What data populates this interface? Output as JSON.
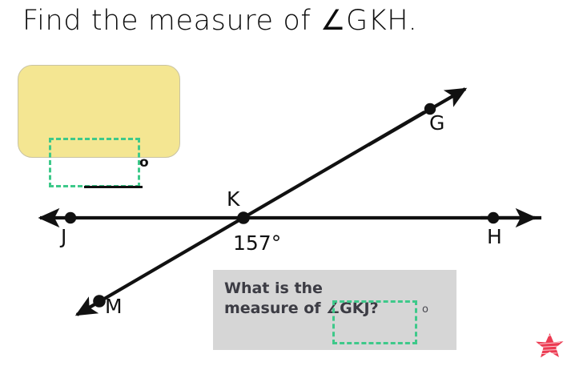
{
  "title": {
    "text": "Find the measure of  ∠GKH."
  },
  "answer_card": {
    "degree_symbol": "o",
    "input_value": "",
    "input_placeholder": "",
    "fill_color": "#f4e692",
    "dash_color": "#3ec98a"
  },
  "figure": {
    "labels": {
      "J": "J",
      "K": "K",
      "G": "G",
      "H": "H",
      "M": "M"
    },
    "angle_measure": "157°",
    "line_color": "#111111"
  },
  "sub_question": {
    "text": "What is the measure of  ∠GKJ?",
    "degree_symbol": "o",
    "input_value": "",
    "input_placeholder": "",
    "panel_color": "#d6d6d6",
    "dash_color": "#3ec98a"
  },
  "sticker": {
    "name": "red-star",
    "color": "#ec3b52"
  }
}
